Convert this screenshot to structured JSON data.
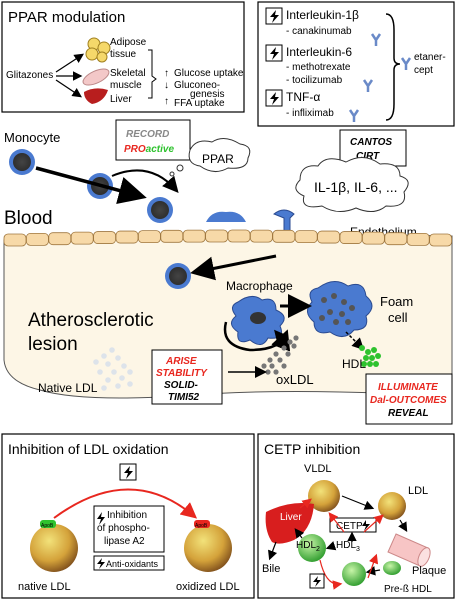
{
  "ppar_box": {
    "title": "PPAR modulation",
    "drug": "Glitazones",
    "tissues": [
      "Adipose",
      "tissue",
      "Skeletal",
      "muscle",
      "Liver"
    ],
    "effects": [
      "Glucose uptake",
      "Gluconeo-",
      "genesis",
      "FFA uptake"
    ]
  },
  "cytokine_box": {
    "items": [
      {
        "name": "Interleukin-1β",
        "drugs": [
          "- canakinumab"
        ]
      },
      {
        "name": "Interleukin-6",
        "drugs": [
          "- methotrexate",
          "- tocilizumab"
        ]
      },
      {
        "name": "TNF-α",
        "drugs": [
          "- infliximab"
        ]
      }
    ],
    "etanercept": [
      "etaner-",
      "cept"
    ]
  },
  "trials": {
    "record_proactive": [
      "RECORD",
      "PRO",
      "active"
    ],
    "cantos_cirt": [
      "CANTOS",
      "CIRT"
    ],
    "arise": [
      "ARISE",
      "STABILITY",
      "SOLID-",
      "TIMI52"
    ],
    "illuminate": [
      "ILLUMINATE",
      "Dal-OUTCOMES",
      "REVEAL"
    ]
  },
  "main": {
    "monocyte": "Monocyte",
    "ppar": "PPAR",
    "cytokines": "IL-1β, IL-6, ...",
    "blood": "Blood",
    "endothelium": "Endothelium",
    "macrophage": "Macrophage",
    "foam_cell": [
      "Foam",
      "cell"
    ],
    "lesion": [
      "Atherosclerotic",
      "lesion"
    ],
    "native_ldl": "Native LDL",
    "oxldl": "oxLDL",
    "hdl": "HDL"
  },
  "ldl_box": {
    "title": "Inhibition of LDL oxidation",
    "apob": "ApoB",
    "native": "native LDL",
    "oxidized": "oxidized LDL",
    "inhibition": [
      "Inhibition",
      "of phospho-",
      "lipase A2"
    ],
    "antioxidants": "Anti-oxidants"
  },
  "cetp_box": {
    "title": "CETP inhibition",
    "vldl": "VLDL",
    "ldl": "LDL",
    "liver": "Liver",
    "cetp": "CETP",
    "plaque": "Plaque",
    "hdl2": [
      "HDL",
      "2"
    ],
    "hdl3": [
      "HDL",
      "3"
    ],
    "bile": "Bile",
    "prebeta": "Pre-ß HDL"
  },
  "colors": {
    "red": "#e8271f",
    "blue": "#4a7ad0",
    "lesion": "#fdf6e6",
    "endothelium": "#f7d9a8",
    "green": "#2ec22e"
  }
}
